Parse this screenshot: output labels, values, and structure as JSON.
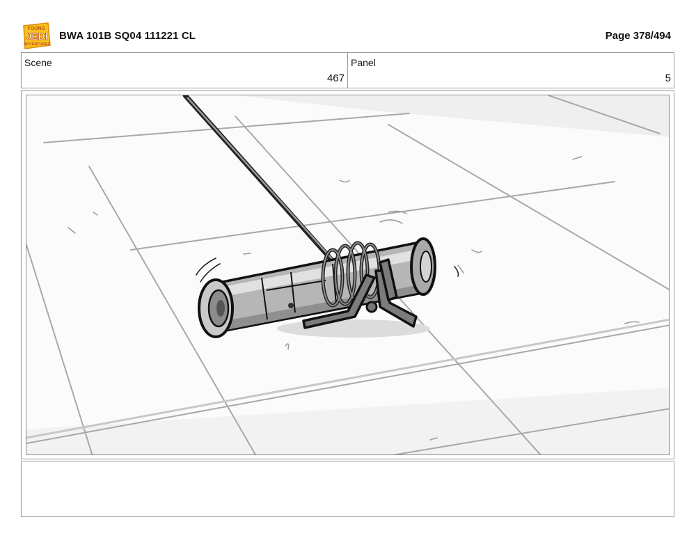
{
  "header": {
    "logo_icon": "young-jedi-adventures-logo",
    "logo_lines": [
      "YOUNG",
      "JEDI",
      "ADVENTURES"
    ],
    "title": "BWA 101B SQ04 111221 CL",
    "page": "Page 378/494"
  },
  "info": {
    "scene_label": "Scene",
    "scene_value": "467",
    "panel_label": "Panel",
    "panel_value": "5"
  },
  "panel": {
    "illustration": "lightsaber-hilt-grabbed-by-cable-claw-icon"
  },
  "notes": {
    "text": ""
  },
  "colors": {
    "logo_yellow": "#f4c21b",
    "logo_orange": "#e08a12",
    "border": "#9a9a9a"
  }
}
